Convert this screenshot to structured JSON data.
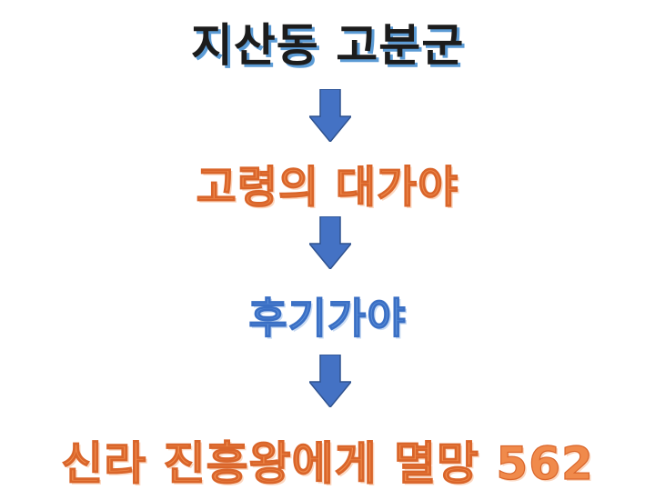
{
  "steps": [
    {
      "label": "지산동 고분군",
      "color": "#1c1c1c"
    },
    {
      "label": "고령의 대가야",
      "color": "#f08a4b"
    },
    {
      "label": "후기가야",
      "color": "#5b8fd9"
    },
    {
      "label": "신라 진흥왕에게 멸망 562",
      "color": "#f08a4b"
    }
  ],
  "arrow_color": "#4472c4",
  "arrow_outline": "#2f528f"
}
